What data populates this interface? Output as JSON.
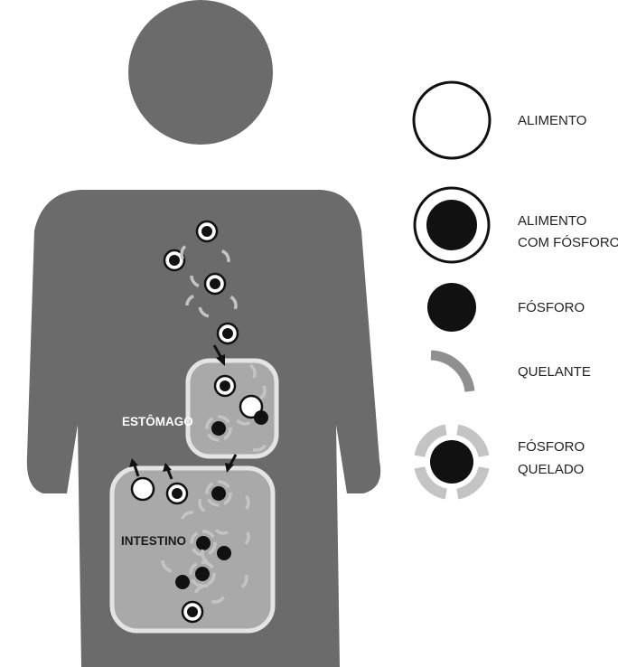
{
  "colors": {
    "background": "#ffffff",
    "body": "#6b6b6b",
    "organ_fill": "#a9a9a9",
    "organ_outline": "#e4e4e4",
    "phosphorus": "#111111",
    "food": "#ffffff",
    "chelator": "#c4c4c4",
    "chelator_legend": "#8f8f8f",
    "organ_label": "#ffffff"
  },
  "organs": {
    "stomach_label": "ESTÔMAGO",
    "intestine_label": "INTESTINO"
  },
  "legend": [
    {
      "icon": "food-icon",
      "lines": [
        "ALIMENTO"
      ]
    },
    {
      "icon": "food-with-phosphorus-icon",
      "lines": [
        "ALIMENTO",
        "COM FÓSFORO"
      ]
    },
    {
      "icon": "phosphorus-icon",
      "lines": [
        "FÓSFORO"
      ]
    },
    {
      "icon": "chelator-icon",
      "lines": [
        "QUELANTE"
      ]
    },
    {
      "icon": "chelated-phosphorus-icon",
      "lines": [
        "FÓSFORO",
        "QUELADO"
      ]
    }
  ]
}
